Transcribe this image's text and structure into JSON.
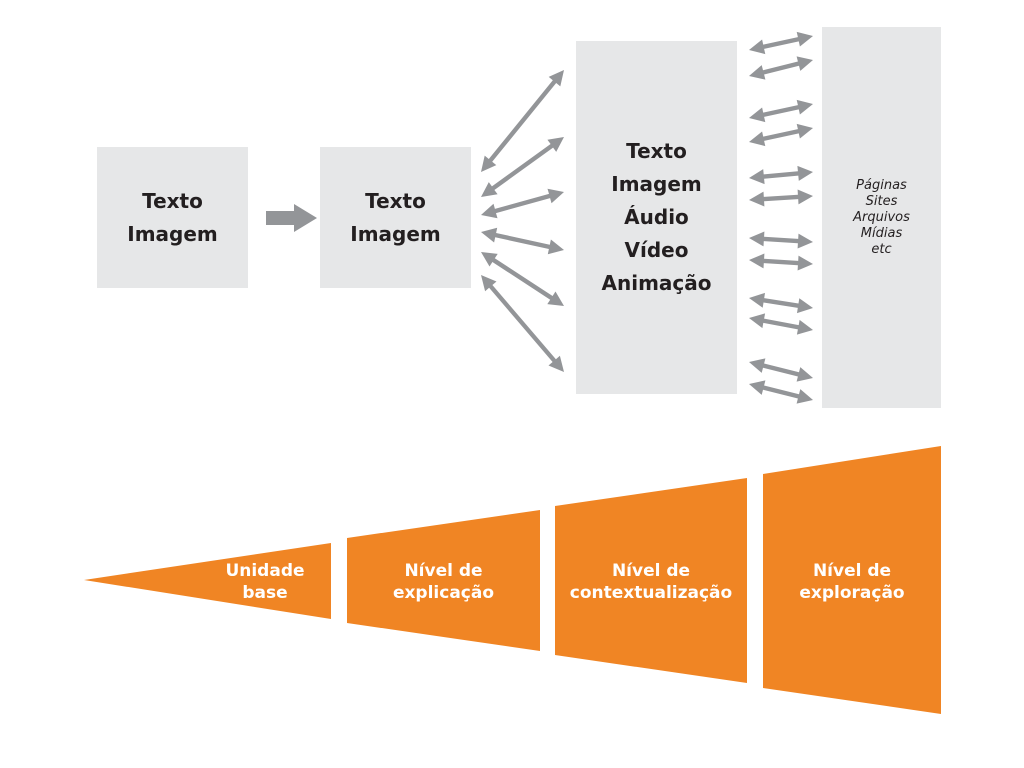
{
  "colors": {
    "box": "#e6e7e8",
    "arrow": "#939598",
    "level": "#f08524",
    "level_text": "#ffffff"
  },
  "boxes": {
    "box1": {
      "lines": [
        "Texto",
        "Imagem"
      ]
    },
    "box2": {
      "lines": [
        "Texto",
        "Imagem"
      ]
    },
    "box3": {
      "lines": [
        "Texto",
        "Imagem",
        "Áudio",
        "Vídeo",
        "Animação"
      ]
    },
    "box4": {
      "lines": [
        "Páginas",
        "Sites",
        "Arquivos",
        "Mídias",
        "etc"
      ]
    }
  },
  "arrows": {
    "forward_arrow": "right-arrow-icon",
    "fan_arrow_count": 6,
    "link_pair_count": 6
  },
  "levels": [
    {
      "lines": [
        "Unidade",
        "base"
      ]
    },
    {
      "lines": [
        "Nível de",
        "explicação"
      ]
    },
    {
      "lines": [
        "Nível de",
        "contextualização"
      ]
    },
    {
      "lines": [
        "Nível de",
        "exploração"
      ]
    }
  ]
}
